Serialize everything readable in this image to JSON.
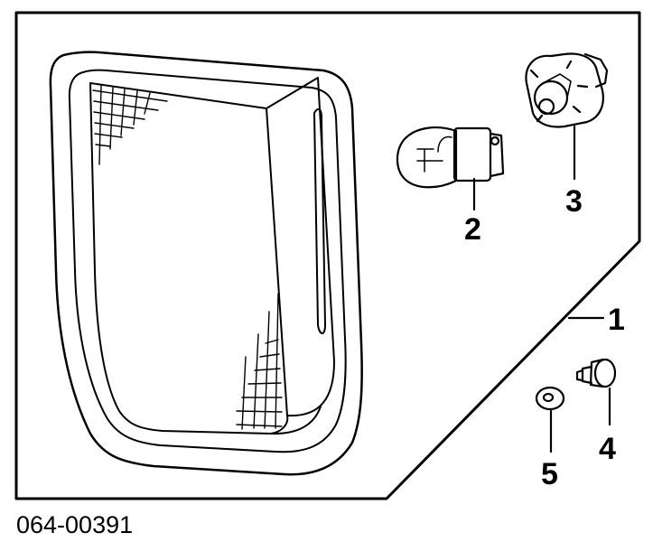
{
  "diagram": {
    "part_number": "064-00391",
    "callouts": {
      "c1": "1",
      "c2": "2",
      "c3": "3",
      "c4": "4",
      "c5": "5"
    }
  }
}
